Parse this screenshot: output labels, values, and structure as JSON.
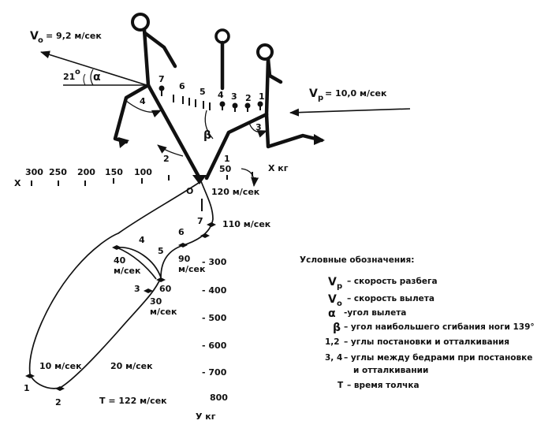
{
  "velocities": {
    "vo_label": "V",
    "vo_sub": "o",
    "vo_value": "= 9,2 м/сек",
    "vp_label": "V",
    "vp_sub": "p",
    "vp_value": "= 10,0 м/сек"
  },
  "angles": {
    "a21": "21",
    "deg": "o",
    "alpha": "α",
    "beta": "β",
    "n1": "1",
    "n2": "2",
    "n3": "3",
    "n4": "4"
  },
  "phases": [
    "7",
    "6",
    "5",
    "4",
    "3",
    "2",
    "1"
  ],
  "x_axis": {
    "name": "X",
    "unit": "X кг",
    "left_ticks": [
      "300",
      "250",
      "200",
      "150",
      "100"
    ],
    "right_ticks": [
      "50"
    ],
    "origin": "O"
  },
  "y_axis": {
    "unit": "У кг",
    "ticks": [
      "- 300",
      "- 400",
      "- 500",
      "- 600",
      "- 700",
      "800"
    ]
  },
  "curve_labels": {
    "t120": "120 м/сек",
    "t110": "110 м/сек",
    "t90a": "90",
    "t90b": "м/сек",
    "t60": "60",
    "t40a": "40",
    "t40b": "м/сек",
    "t30a": "30",
    "t30b": "м/сек",
    "t20": "20 м/сек",
    "t10": "10 м/сек",
    "p1": "1",
    "p2": "2",
    "p3": "3",
    "p4": "4",
    "p5": "5",
    "p6": "6",
    "p7": "7",
    "total": "Т = 122 м/сек"
  },
  "legend": {
    "title": "Условные обозначения:",
    "items": [
      {
        "sym": "V",
        "sub": "р",
        "text": "– скорость разбега"
      },
      {
        "sym": "V",
        "sub": "о",
        "text": "– скорость вылета"
      },
      {
        "sym": "α",
        "sub": "",
        "text": "-угол вылета"
      },
      {
        "sym": "β",
        "sub": "",
        "text": "– угол наибольшего сгибания ноги 139°"
      },
      {
        "sym": "1,2",
        "sub": "",
        "text": "– углы постановки и отталкивания"
      },
      {
        "sym": "3, 4",
        "sub": "",
        "text": "– углы между бедрами при постановке"
      },
      {
        "sym": "",
        "sub": "",
        "text": "и  отталкивании"
      },
      {
        "sym": "Т",
        "sub": "",
        "text": "– время толчка"
      }
    ]
  }
}
